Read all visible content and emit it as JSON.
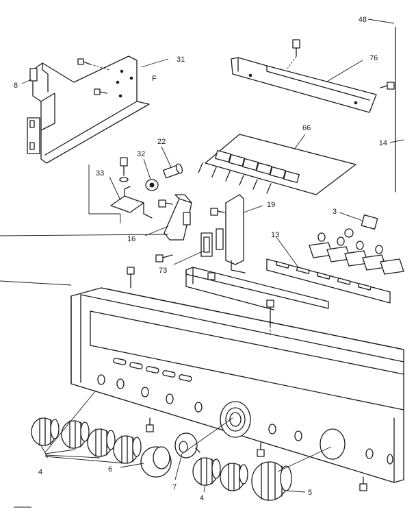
{
  "callouts": {
    "c48": "48",
    "c31": "31",
    "c8": "8",
    "cF": "F",
    "c76": "76",
    "c14": "14",
    "c66": "66",
    "c22": "22",
    "c32": "32",
    "c33": "33",
    "c19": "19",
    "c3": "3",
    "c16": "16",
    "c13": "13",
    "c73": "73",
    "c4a": "4",
    "c6": "6",
    "c7": "7",
    "c4b": "4",
    "c5": "5"
  },
  "icons": [
    "screw-icon",
    "knob-icon",
    "bracket-icon",
    "circuit-board-icon",
    "switch-icon"
  ]
}
